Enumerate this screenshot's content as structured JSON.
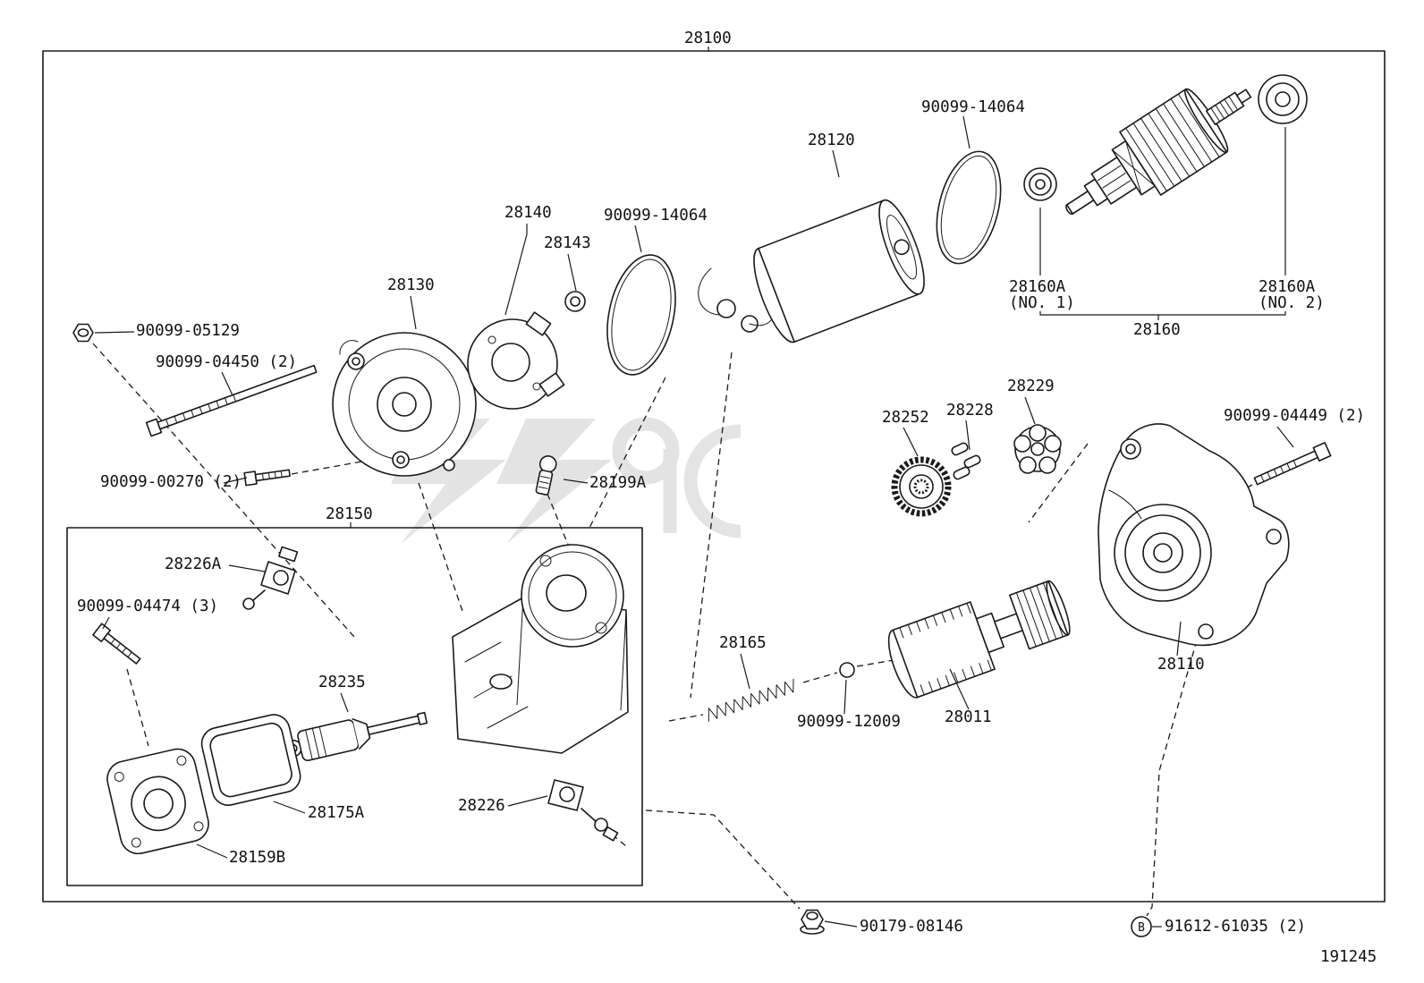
{
  "diagram": {
    "type": "exploded-parts-diagram",
    "subject": "starter-motor",
    "colors": {
      "ink": "#1a1a1a",
      "background": "#ffffff",
      "watermark": "#c9c9c9"
    },
    "doc_number": "191245",
    "callout_b": "B",
    "labels": {
      "l28100": "28100",
      "l90099_14064_top": "90099-14064",
      "l28120": "28120",
      "l28140": "28140",
      "l28143": "28143",
      "l90099_14064_mid": "90099-14064",
      "l28130": "28130",
      "l90099_05129": "90099-05129",
      "l90099_04450": "90099-04450 (2)",
      "l28160a_1": "28160A",
      "l28160a_1_no": "(NO. 1)",
      "l28160a_2": "28160A",
      "l28160a_2_no": "(NO. 2)",
      "l28160": "28160",
      "l28229": "28229",
      "l28228": "28228",
      "l28252": "28252",
      "l90099_04449": "90099-04449 (2)",
      "l28110": "28110",
      "l28011": "28011",
      "l90099_12009": "90099-12009",
      "l28165": "28165",
      "l90099_00270": "90099-00270 (2)",
      "l28199a": "28199A",
      "l28150": "28150",
      "l28226a": "28226A",
      "l90099_04474": "90099-04474 (3)",
      "l28235": "28235",
      "l28175a": "28175A",
      "l28159b": "28159B",
      "l28226": "28226",
      "l90179_08146": "90179-08146",
      "l91612_61035": "91612-61035 (2)"
    }
  }
}
